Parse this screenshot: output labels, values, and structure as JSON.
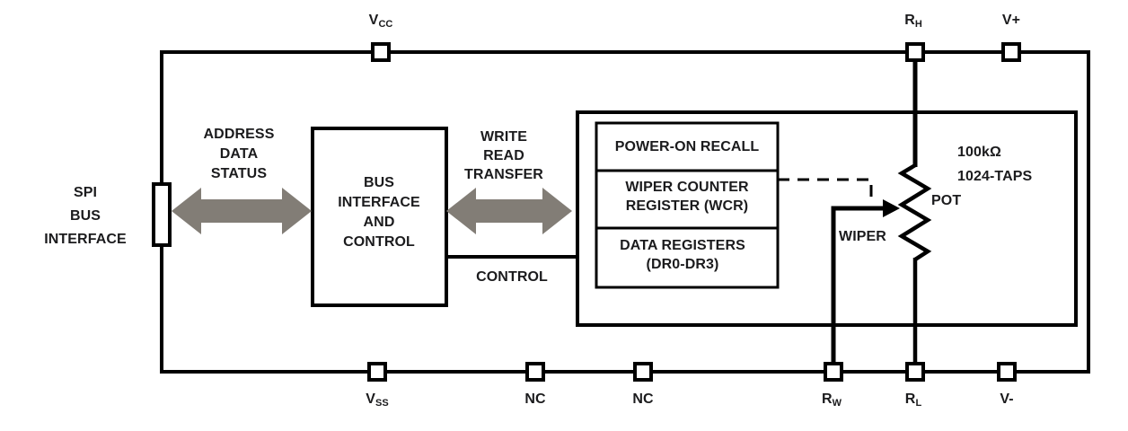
{
  "colors": {
    "line": "#000000",
    "arrow_gray": "#827d76",
    "text": "#1b1b1d",
    "background": "#ffffff"
  },
  "pins": {
    "top": [
      {
        "main": "V",
        "sub": "CC"
      },
      {
        "main": "R",
        "sub": "H"
      },
      {
        "main": "V+",
        "sub": ""
      }
    ],
    "bottom": [
      {
        "main": "V",
        "sub": "SS"
      },
      {
        "main": "NC",
        "sub": ""
      },
      {
        "main": "NC",
        "sub": ""
      },
      {
        "main": "R",
        "sub": "W"
      },
      {
        "main": "R",
        "sub": "L"
      },
      {
        "main": "V-",
        "sub": ""
      }
    ]
  },
  "spi_interface": {
    "lines": [
      "SPI",
      "BUS",
      "INTERFACE"
    ]
  },
  "address_arrow": {
    "lines": [
      "ADDRESS",
      "DATA",
      "STATUS"
    ]
  },
  "bus_block": {
    "lines": [
      "BUS",
      "INTERFACE",
      "AND",
      "CONTROL"
    ]
  },
  "transfer_arrow": {
    "lines": [
      "WRITE",
      "READ",
      "TRANSFER"
    ]
  },
  "control_label": "CONTROL",
  "registers": {
    "power_on_recall": "POWER-ON RECALL",
    "wcr": {
      "lines": [
        "WIPER COUNTER",
        "REGISTER (WCR)"
      ]
    },
    "data_registers": {
      "lines": [
        "DATA REGISTERS",
        "(DR0-DR3)"
      ]
    }
  },
  "pot": {
    "resistance": "100kΩ",
    "taps": "1024-TAPS",
    "name": "POT",
    "wiper_label": "WIPER"
  }
}
